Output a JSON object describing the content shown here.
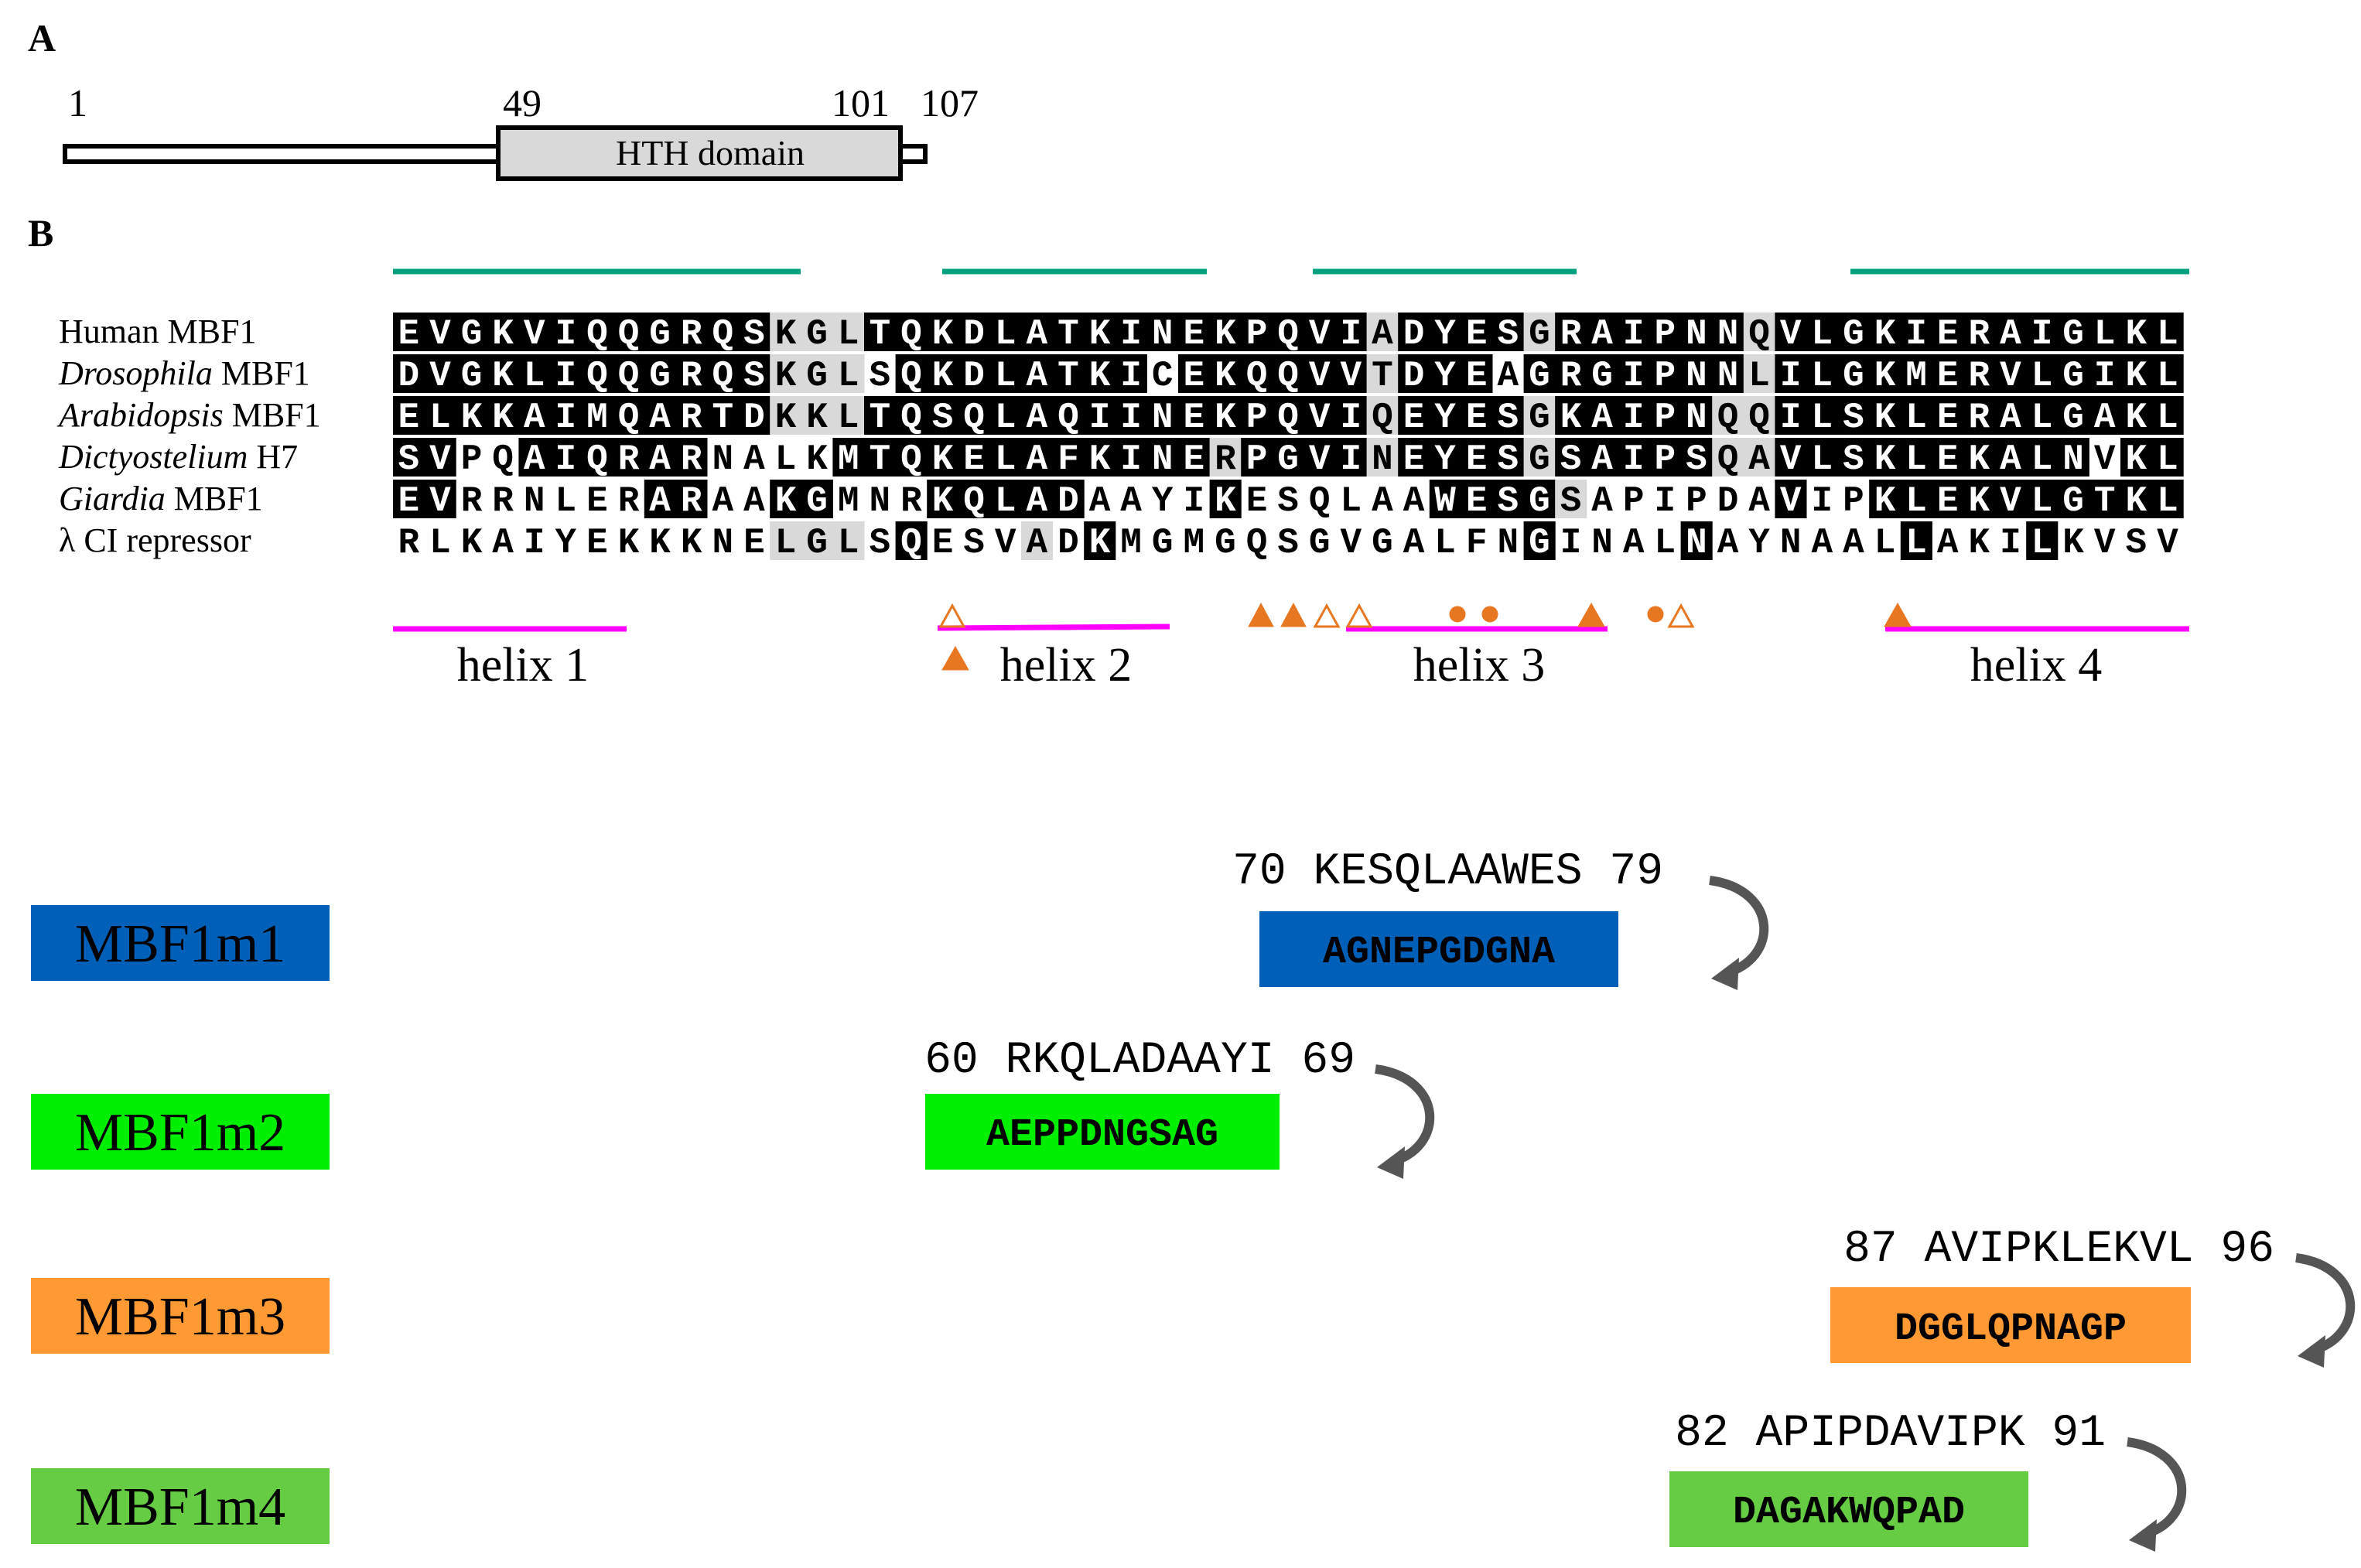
{
  "panel_a": {
    "label": "A",
    "num_start": "1",
    "num_domain_start": "49",
    "num_domain_end": "101",
    "num_end": "107",
    "domain_label": "HTH domain"
  },
  "panel_b": {
    "label": "B",
    "rows": [
      {
        "name": "Human MBF1",
        "sequence": "EVGKVIQQGRQSKGLTQKDLATKINEKPQVIADYESGRAIPNNQVLGKIERAIGLKL",
        "shade": "KKKKKKKKKKKKLLLKKKKKKKKKKKKKKKKLKKKKLKKKKKKLKKKKKKKKKKKKK"
      },
      {
        "name": "Drosophila MBF1",
        "sequence": "DVGKLIQQGRQSKGLSQKDLATKICEKQQVVTDYEAGRGIPNNLILGKMERVLGIKL",
        "shade": "KKKKKKKKKKKKLLLWKKKKKKKKWKKKKKKLKKKWKKKKKKKLKKKKKKKKKKKKK"
      },
      {
        "name": "Arabidopsis MBF1",
        "sequence": "ELKKAIMQARTDKKLTQSQLAQIINEKPQVIQEYESGKAIPNQQILSKLERALGAKL",
        "shade": "KKKKKKKKKKKKLLLKKKKKKKKKKKKKKKKLKKKKLKKKKKLLKKKKKKKKKKKKK"
      },
      {
        "name": "Dictyostelium H7",
        "sequence": "SVPQAIQRARNALKMTQKELAFKINERPGVINEYESGSAIPSQAVLSKLEKALNVKL",
        "shade": "KKWWKKKKKKWWWWKKKKKKKKKKKKLKKKKLKKKKLKKKKKLLKKKKKKKKKKWKK"
      },
      {
        "name": "Giardia MBF1",
        "sequence": "EVRRNLERARAAKGMNRKQLADAAYIKESQLAAWESGSAPIPDAVIPKLEKVLGTKL",
        "shade": "KKWWWWWWKKWWKKWWWKKKKKWWWWKWWWWWWKKKKLWWWWWWKWWKKKKKKKKKK"
      },
      {
        "name": "λ CI repressor",
        "sequence": "RLKAIYEKKKNELGLSQESVADKMGMGQSGVGALFNGINALNAYNAALLAKILKVSV",
        "shade": "WWWWWWWWWWWWLLLWKWWWLWKWWWWWWWWWWWWWKWWWWKWWWWWWKWWWKWWWW"
      }
    ],
    "helix_labels": [
      "helix 1",
      "helix 2",
      "helix 3",
      "helix 4"
    ],
    "colors": {
      "black_box": "#000000",
      "grey_box": "#d9d9d9",
      "helix_bar": "#ff00ff",
      "structure_bar": "#00a07e",
      "marker": "#e87722"
    }
  },
  "mutants": [
    {
      "name": "MBF1m1",
      "color": "#0060b8",
      "original_range": "70 KESQLAAWES 79",
      "replacement": "AGNEPGDGNA"
    },
    {
      "name": "MBF1m2",
      "color": "#00ee00",
      "original_range": "60 RKQLADAAYI 69",
      "replacement": "AEPPDNGSAG"
    },
    {
      "name": "MBF1m3",
      "color": "#ff9933",
      "original_range": "87 AVIPKLEKVL 96",
      "replacement": "DGGLQPNAGP"
    },
    {
      "name": "MBF1m4",
      "color": "#66cc44",
      "original_range": "82 APIPDAVIPK 91",
      "replacement": "DAGAKWQPAD"
    }
  ]
}
